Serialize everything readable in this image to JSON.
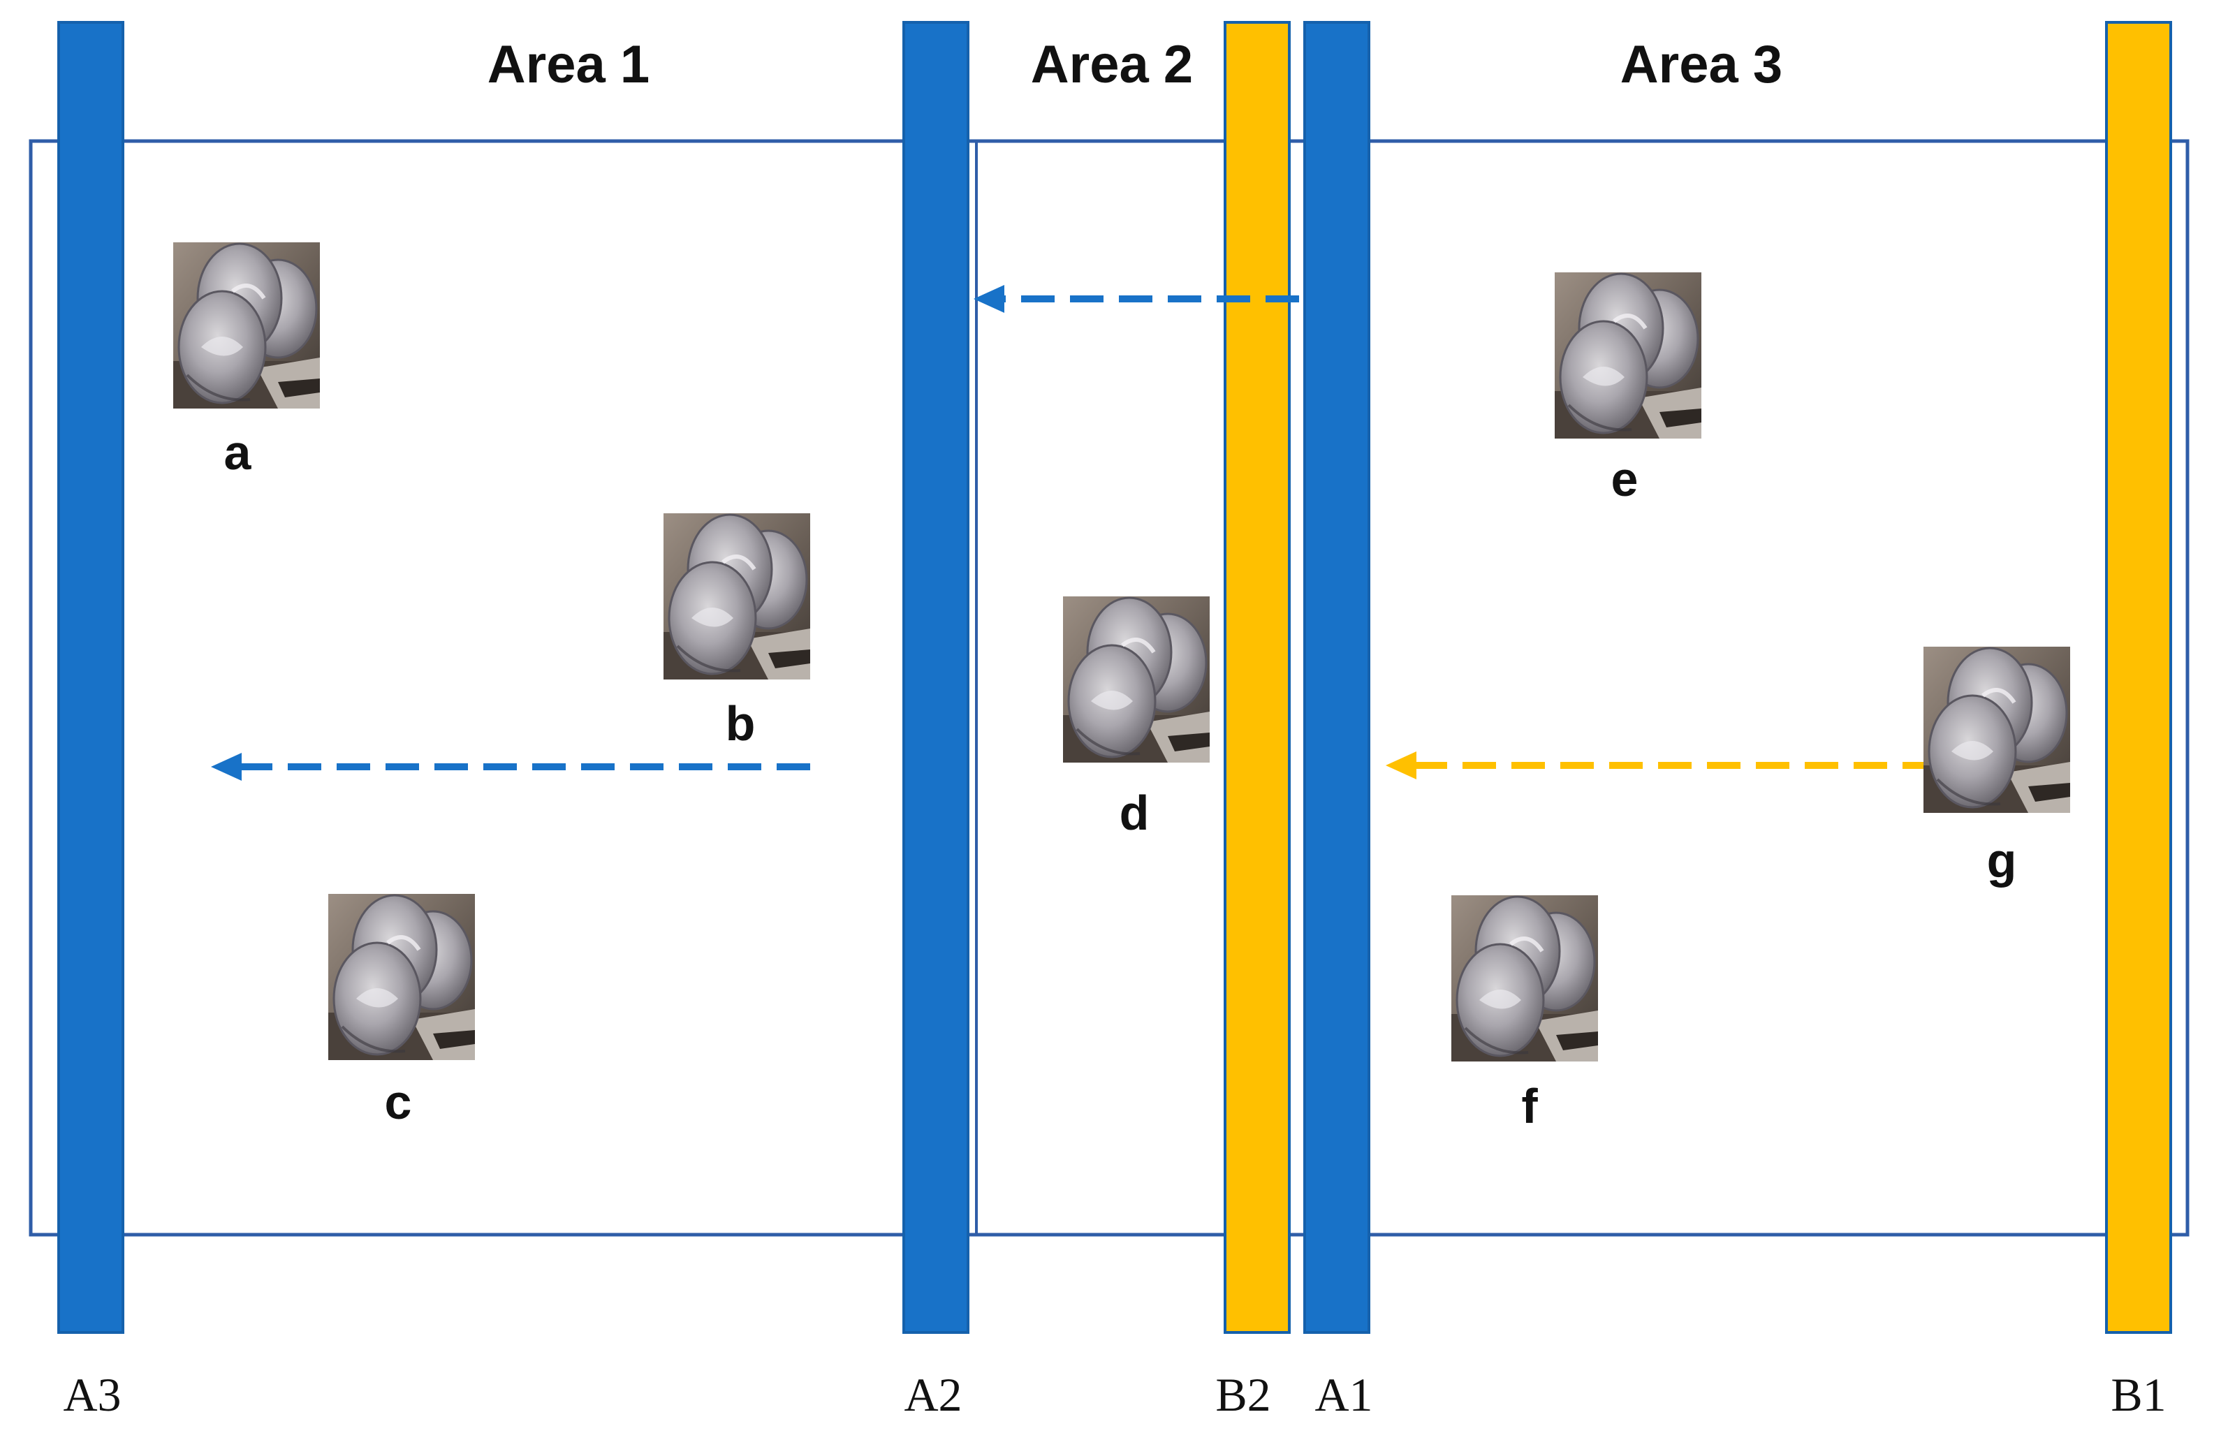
{
  "colors": {
    "blue": "#1872C8",
    "blue_stroke": "#1561AC",
    "yellow": "#FFC000",
    "yellow_stroke": "#1561AC",
    "frame": "#2F5DA8",
    "arrow_blue": "#1872C8",
    "arrow_yellow": "#FFC000"
  },
  "areas": [
    {
      "label": "Area 1"
    },
    {
      "label": "Area 2"
    },
    {
      "label": "Area 3"
    }
  ],
  "bars": [
    {
      "label": "A3",
      "color": "blue"
    },
    {
      "label": "A2",
      "color": "blue"
    },
    {
      "label": "B2",
      "color": "yellow"
    },
    {
      "label": "A1",
      "color": "blue"
    },
    {
      "label": "B1",
      "color": "yellow"
    }
  ],
  "items": [
    {
      "label": "a",
      "icon": "mushroom-icon"
    },
    {
      "label": "b",
      "icon": "mushroom-icon"
    },
    {
      "label": "c",
      "icon": "mushroom-icon"
    },
    {
      "label": "d",
      "icon": "mushroom-icon"
    },
    {
      "label": "e",
      "icon": "mushroom-icon"
    },
    {
      "label": "f",
      "icon": "mushroom-icon"
    },
    {
      "label": "g",
      "icon": "mushroom-icon"
    }
  ],
  "arrows": [
    {
      "direction": "left",
      "color": "blue",
      "style": "dashed"
    },
    {
      "direction": "left",
      "color": "blue",
      "style": "dashed"
    },
    {
      "direction": "left",
      "color": "yellow",
      "style": "dashed"
    }
  ]
}
